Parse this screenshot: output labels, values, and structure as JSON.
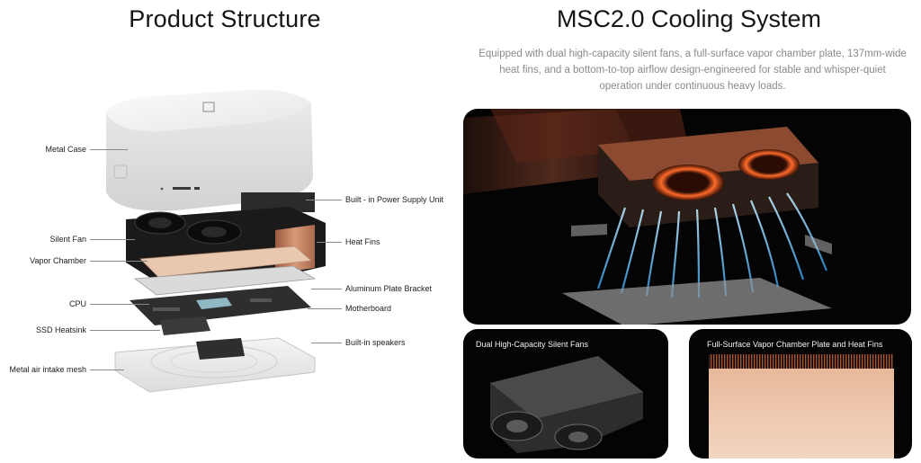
{
  "structure": {
    "title": "Product Structure",
    "labels": {
      "metal_case": "Metal Case",
      "power_supply": "Built - in Power Supply Unit",
      "silent_fan": "Silent Fan",
      "heat_fins": "Heat Fins",
      "vapor_chamber": "Vapor Chamber",
      "aluminum_bracket": "Aluminum Plate Bracket",
      "cpu": "CPU",
      "motherboard": "Motherboard",
      "ssd_heatsink": "SSD Heatsink",
      "speakers": "Built-in speakers",
      "intake_mesh": "Metal air intake mesh"
    }
  },
  "cooling": {
    "title": "MSC2.0 Cooling System",
    "description": "Equipped with dual high-capacity silent fans, a full-surface vapor chamber plate, 137mm-wide heat fins, and a bottom-to-top airflow design-engineered for stable and whisper-quiet operation under continuous heavy loads.",
    "panel_fans_caption": "Dual High-Capacity Silent Fans",
    "panel_vc_caption": "Full-Surface Vapor Chamber Plate and Heat Fins"
  },
  "colors": {
    "panel_bg": "#040404",
    "copper": "#c9805a",
    "airflow": "#7fd4ff",
    "case_white": "#eeeeee"
  }
}
